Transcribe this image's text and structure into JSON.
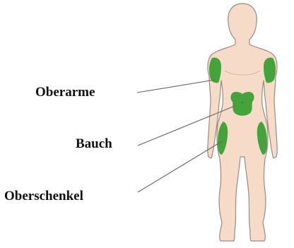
{
  "labels": {
    "upper_arms": "Oberarme",
    "abdomen": "Bauch",
    "thighs": "Oberschenkel"
  },
  "colors": {
    "skin": "#f6dbc8",
    "outline": "#9a8a80",
    "zone": "#45a33c",
    "leader_line": "#666666",
    "text": "#111111"
  }
}
